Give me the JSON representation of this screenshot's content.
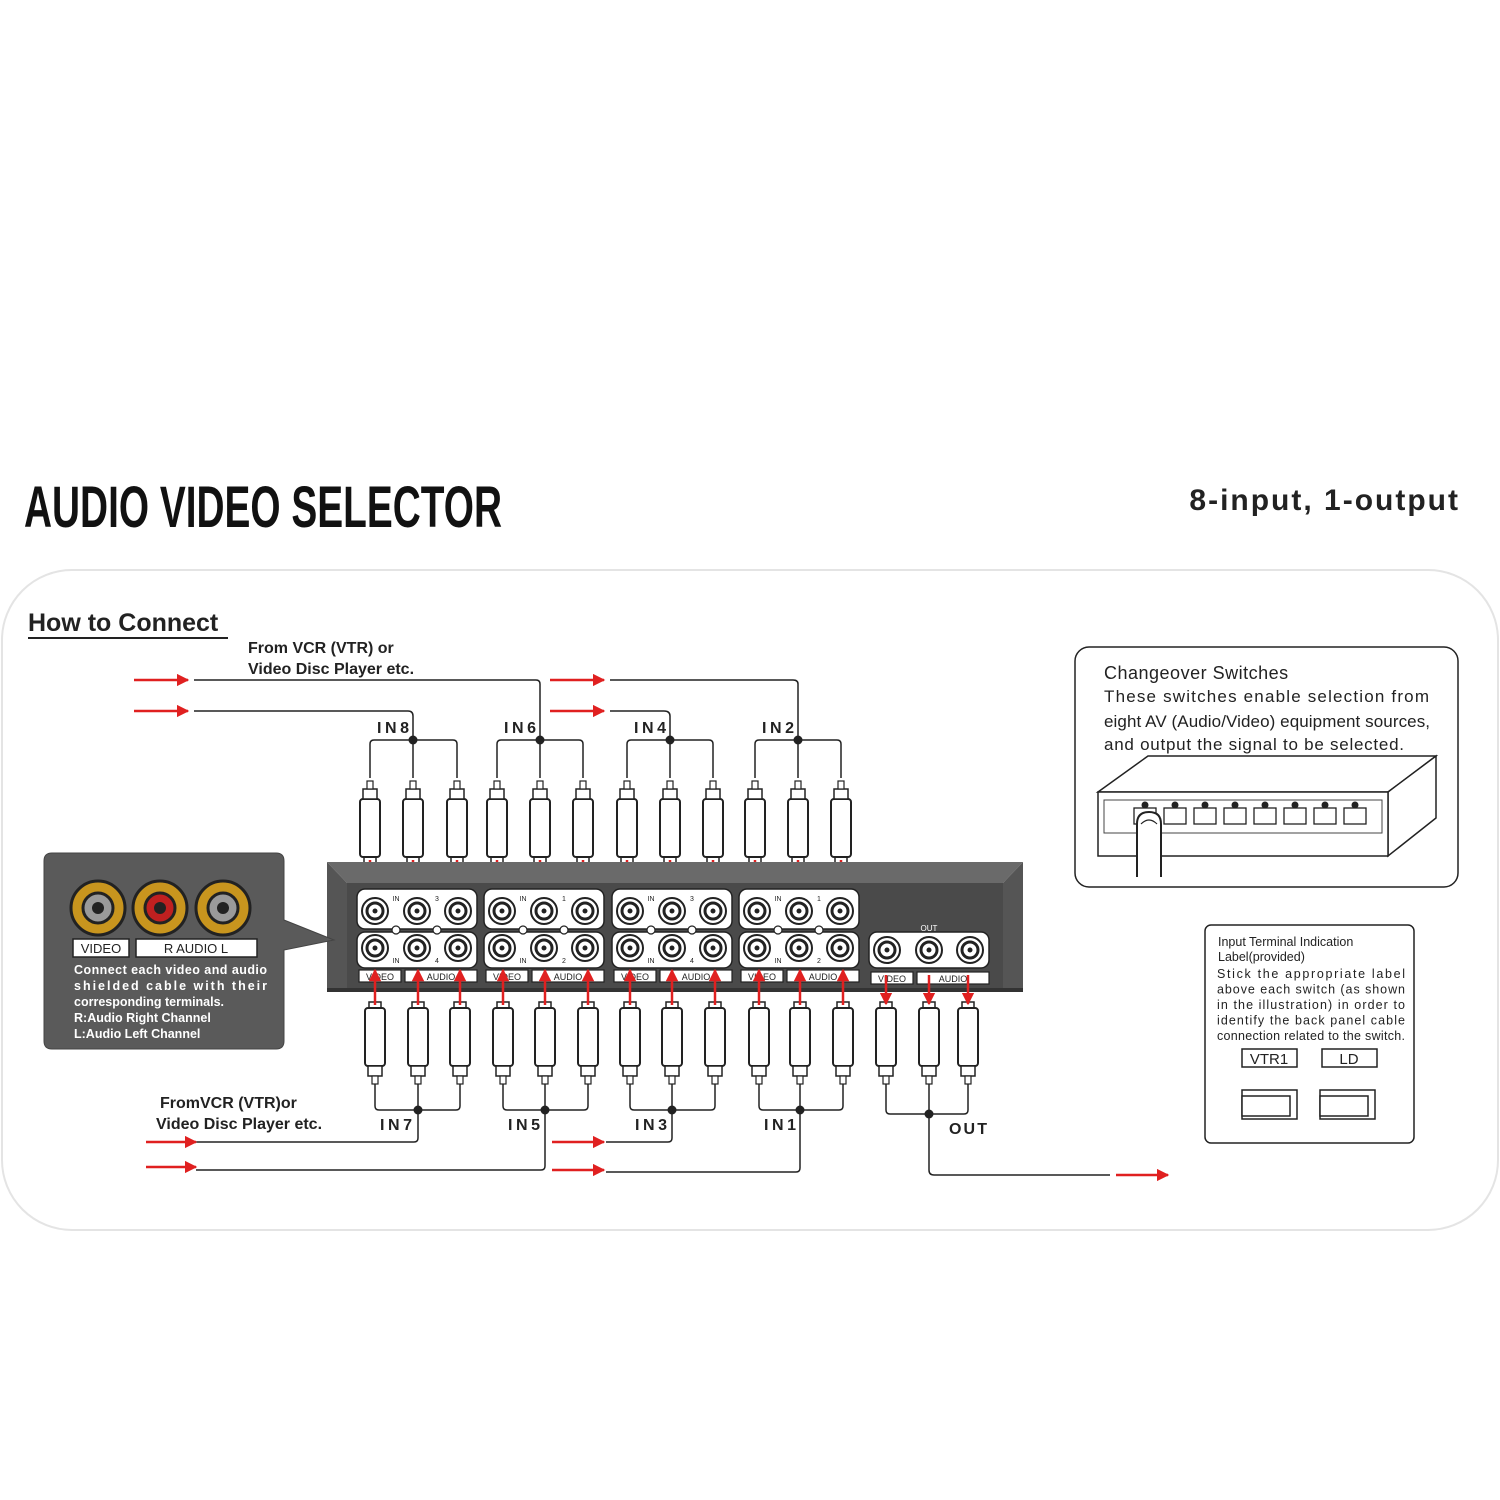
{
  "header": {
    "title": "AUDIO  VIDEO SELECTOR",
    "subtitle": "8-input,  1-output"
  },
  "section": {
    "heading": "How to Connect"
  },
  "source_top": {
    "line1": "From VCR (VTR) or",
    "line2": "Video Disc Player etc."
  },
  "source_bottom": {
    "line1": "FromVCR (VTR)or",
    "line2": "Video Disc Player etc."
  },
  "inputs_top": [
    "IN8",
    "IN6",
    "IN4",
    "IN2"
  ],
  "inputs_bottom": [
    "IN7",
    "IN5",
    "IN3",
    "IN1"
  ],
  "output_label": "OUT",
  "panel": {
    "video_label": "VIDEO",
    "audio_label": "AUDIO",
    "in_label": "IN",
    "out_label": "OUT",
    "top_numbers": [
      "3",
      "1",
      "3",
      "1"
    ],
    "bottom_numbers": [
      "4",
      "2",
      "4",
      "2"
    ]
  },
  "legend_box": {
    "video_label": "VIDEO",
    "audio_label": "R  AUDIO  L",
    "text": [
      "Connect each video and audio",
      "shielded  cable  with  their",
      "corresponding terminals.",
      "R:Audio Right Channel",
      "L:Audio Left Channel"
    ]
  },
  "switches_box": {
    "heading": "Changeover Switches",
    "text": [
      "These switches enable selection from",
      "eight AV (Audio/Video) equipment sources,",
      "and output the signal to be selected."
    ],
    "switch_count": 8
  },
  "label_box": {
    "heading": [
      "Input Terminal Indication",
      "Label(provided)"
    ],
    "text": [
      "Stick  the  appropriate  label",
      "above  each switch (as shown",
      "in  the  illustration)  in  order  to",
      "identify  the  back  panel  cable",
      "connection related to the switch."
    ],
    "label_1": "VTR1",
    "label_2": "LD"
  },
  "colors": {
    "arrow": "#e02020",
    "panel_dark": "#555555",
    "legend_bg": "#5a5a5a",
    "jack_gold": "#c8951e"
  }
}
